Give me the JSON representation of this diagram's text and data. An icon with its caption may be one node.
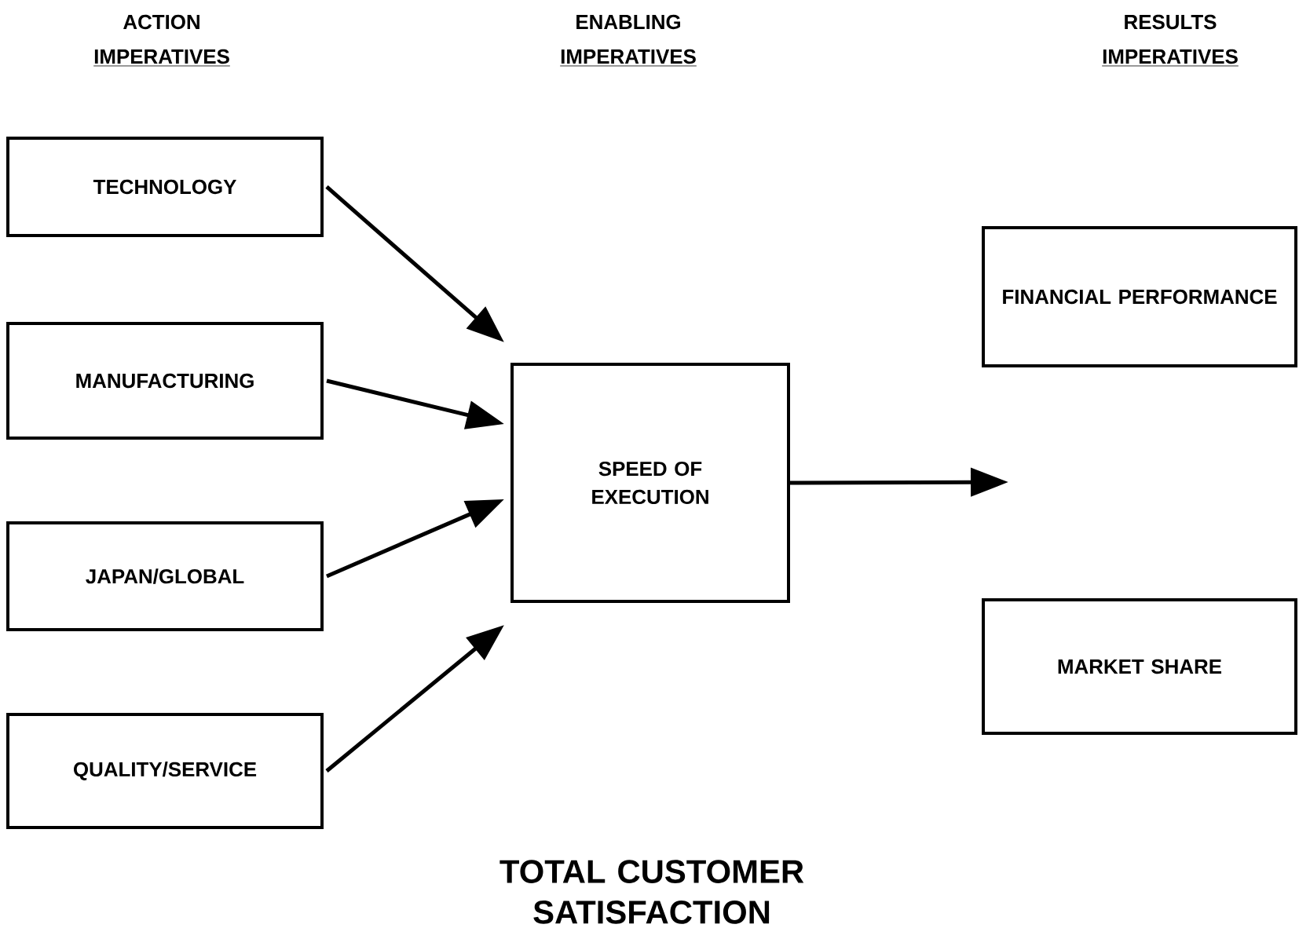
{
  "diagram": {
    "nodes": [
      {
        "text": [
          "TECHNOLOGY"
        ]
      },
      {
        "text": [
          "MANUFACTURING"
        ]
      },
      {
        "text": [
          "JAPAN/GLOBAL"
        ]
      },
      {
        "text": [
          "QUALITY/SERVICE"
        ]
      },
      {
        "text": [
          "SPEED OF EXECUTION"
        ]
      },
      {
        "text": [
          "FINANCIAL PERFORMANCE"
        ]
      },
      {
        "text": [
          "MARKET SHARE"
        ]
      }
    ],
    "edges": [
      {
        "from": 0,
        "to": 4,
        "arrow": "to"
      },
      {
        "from": 1,
        "to": 4,
        "arrow": "to"
      },
      {
        "from": 2,
        "to": 4,
        "arrow": "to"
      },
      {
        "from": 3,
        "to": 4,
        "arrow": "to"
      },
      {
        "from": 4,
        "to": null,
        "arrow": "to"
      }
    ],
    "labels": [
      "ACTION",
      "IMPERATIVES",
      "ENABLING",
      "IMPERATIVES",
      "RESULTS",
      "IMPERATIVES",
      "TOTAL CUSTOMER SATISFACTION"
    ]
  }
}
